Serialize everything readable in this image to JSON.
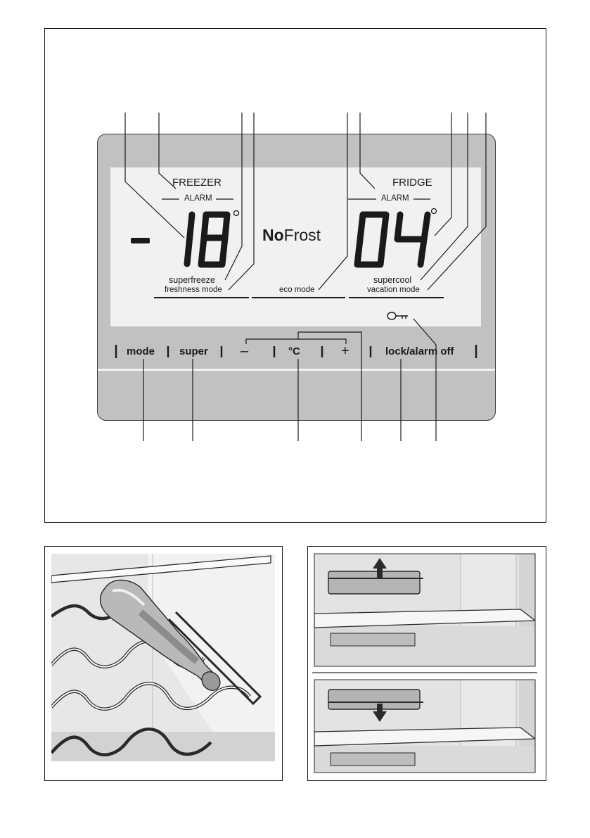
{
  "display": {
    "freezer": {
      "title": "FREEZER",
      "alarm": "ALARM",
      "minus": "-",
      "temperature": "18",
      "degree": "°"
    },
    "center": {
      "brand_bold": "No",
      "brand_light": "Frost"
    },
    "fridge": {
      "title": "FRIDGE",
      "alarm": "ALARM",
      "temperature": "04",
      "degree": "°"
    },
    "modes": {
      "superfreeze": "superfreeze",
      "freshness": "freshness mode",
      "eco": "eco mode",
      "supercool": "supercool",
      "vacation": "vacation mode"
    },
    "lock_icon": "key-icon"
  },
  "buttons": {
    "mode": "mode",
    "super": "super",
    "minus": "–",
    "celsius": "°C",
    "plus": "+",
    "lock_alarm": "lock/alarm off"
  },
  "colors": {
    "panel": "#c1c1c1",
    "screen": "#f1f1f1",
    "ink": "#1a1a1a"
  }
}
